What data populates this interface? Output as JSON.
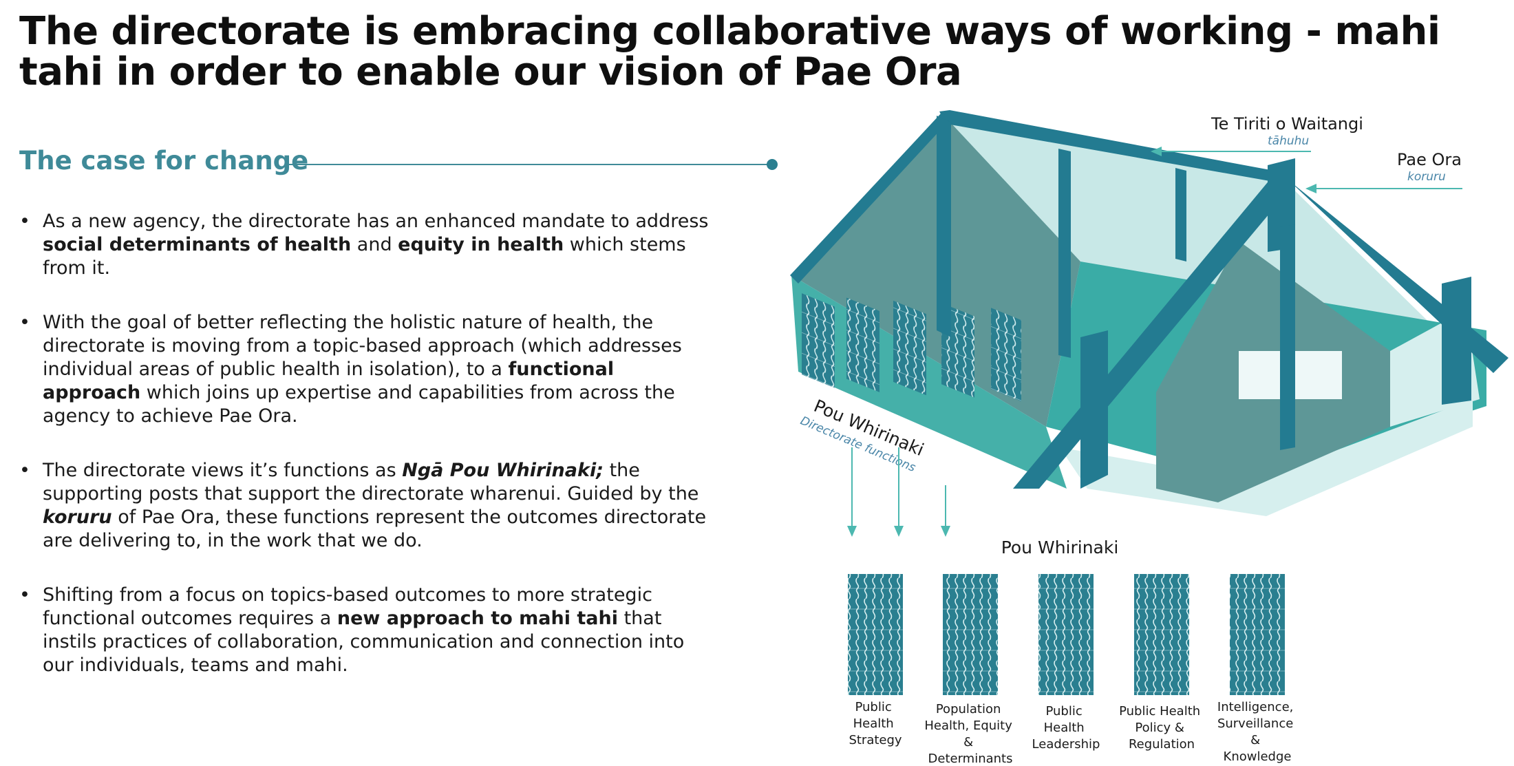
{
  "title": "The directorate is embracing collaborative ways of working - mahi tahi in order to enable our vision of Pae Ora",
  "case_heading": "The case for change",
  "bullets": [
    {
      "a": "As a new agency, the directorate has an enhanced mandate to address ",
      "b1": "social determinants of health",
      "c": " and ",
      "b2": "equity in health",
      "d": " which stems from it."
    },
    {
      "a": "With the goal of better reflecting the holistic nature of health, the directorate is moving from a topic-based approach (which addresses individual areas of public health in isolation), to a ",
      "b1": "functional approach",
      "c": " which joins up expertise and capabilities from across the agency to achieve Pae Ora."
    },
    {
      "a": "The directorate views it’s functions as ",
      "i1": "Ngā Pou Whirinaki;",
      "c": " the supporting posts that support the directorate wharenui. Guided by the ",
      "i2": "koruru",
      "d": " of Pae Ora, these functions represent the outcomes directorate are delivering to, in the work that we do."
    },
    {
      "a": "Shifting from a focus on topics-based outcomes to more strategic functional outcomes requires a ",
      "b1": "new approach to mahi tahi",
      "c": " that instils practices of collaboration, communication and connection into our individuals, teams and mahi."
    }
  ],
  "diagram": {
    "te_tiriti": "Te Tiriti o Waitangi",
    "tahuhu": "tāhuhu",
    "pae_ora": "Pae Ora",
    "koruru": "koruru",
    "pou_whirinaki_diag": "Pou Whirinaki",
    "directorate_functions": "Directorate functions",
    "pou_heading": "Pou Whirinaki",
    "pou": [
      {
        "lines": [
          "Public",
          "Health",
          "Strategy"
        ]
      },
      {
        "lines": [
          "Population",
          "Health, Equity",
          "&",
          "Determinants"
        ]
      },
      {
        "lines": [
          "Public",
          "Health",
          "Leadership"
        ]
      },
      {
        "lines": [
          "Public Health",
          "Policy &",
          "Regulation"
        ]
      },
      {
        "lines": [
          "Intelligence,",
          "Surveillance",
          "&",
          "Knowledge"
        ]
      }
    ]
  },
  "colors": {
    "heading_teal": "#3f8a98",
    "beam_blue": "#237b91",
    "roof_grey": "#5e9797",
    "teal_wall": "#3aaca6",
    "light_wall": "#c8e8e7",
    "arrow_teal": "#4cb8b0"
  }
}
